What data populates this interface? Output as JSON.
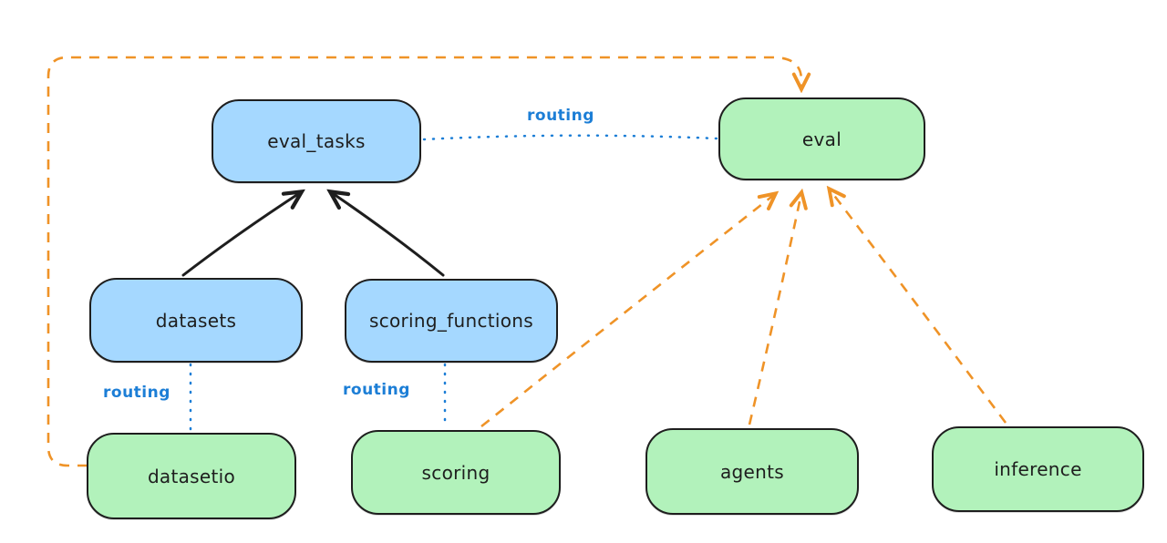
{
  "diagram": {
    "palette": {
      "background": "#ffffff",
      "node_blue_fill": "#a5d8ff",
      "node_green_fill": "#b2f2bb",
      "node_stroke": "#1e1e1e",
      "node_text": "#1e1e1e",
      "routing_blue": "#1c7ed6",
      "orange_dashed": "#ef9327",
      "black_arrow": "#1e1e1e"
    },
    "nodes": {
      "eval_tasks": {
        "label": "eval_tasks",
        "color": "blue"
      },
      "eval": {
        "label": "eval",
        "color": "green"
      },
      "datasets": {
        "label": "datasets",
        "color": "blue"
      },
      "scoring_functions": {
        "label": "scoring_functions",
        "color": "blue"
      },
      "datasetio": {
        "label": "datasetio",
        "color": "green"
      },
      "scoring": {
        "label": "scoring",
        "color": "green"
      },
      "agents": {
        "label": "agents",
        "color": "green"
      },
      "inference": {
        "label": "inference",
        "color": "green"
      }
    },
    "edges": [
      {
        "from": "datasets",
        "to": "eval_tasks",
        "style": "solid",
        "arrow": "end"
      },
      {
        "from": "scoring_functions",
        "to": "eval_tasks",
        "style": "solid",
        "arrow": "end"
      },
      {
        "from": "eval_tasks",
        "to": "eval",
        "style": "dotted",
        "arrow": "none",
        "label": "routing"
      },
      {
        "from": "datasets",
        "to": "datasetio",
        "style": "dotted",
        "arrow": "none",
        "label": "routing"
      },
      {
        "from": "scoring_functions",
        "to": "scoring",
        "style": "dotted",
        "arrow": "none",
        "label": "routing"
      },
      {
        "from": "datasetio",
        "to": "eval",
        "style": "dashed",
        "arrow": "end",
        "route": "around-left-and-top"
      },
      {
        "from": "scoring",
        "to": "eval",
        "style": "dashed",
        "arrow": "end"
      },
      {
        "from": "agents",
        "to": "eval",
        "style": "dashed",
        "arrow": "end"
      },
      {
        "from": "inference",
        "to": "eval",
        "style": "dashed",
        "arrow": "end"
      }
    ]
  }
}
